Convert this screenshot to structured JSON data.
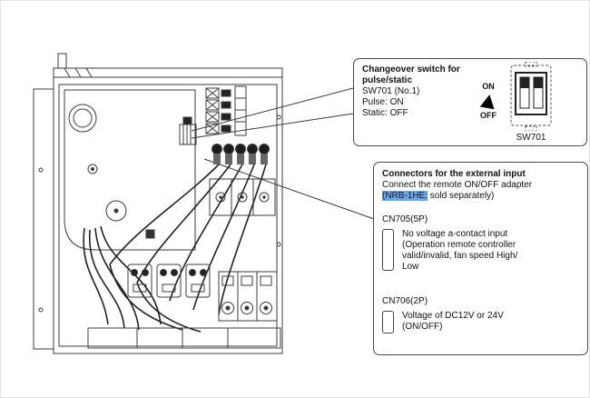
{
  "colors": {
    "highlight": "#6ea6dd"
  },
  "switch_callout": {
    "title": "Changeover switch for\npulse/static",
    "model": "SW701 (No.1)",
    "pulse": "Pulse: ON",
    "static": "Static: OFF",
    "on_label": "ON",
    "off_label": "OFF",
    "switch_label": "SW701"
  },
  "connectors_callout": {
    "title": "Connectors for the external input",
    "line1": "Connect the remote ON/OFF adapter",
    "highlight": "(NRB-1HE;",
    "rest": " sold separately)",
    "cn705": {
      "label": "CN705(5P)",
      "desc": "No voltage a-contact input\n(Operation remote controller\nvalid/invalid, fan speed High/\nLow"
    },
    "cn706": {
      "label": "CN706(2P)",
      "desc": "Voltage of DC12V or 24V\n(ON/OFF)"
    }
  }
}
